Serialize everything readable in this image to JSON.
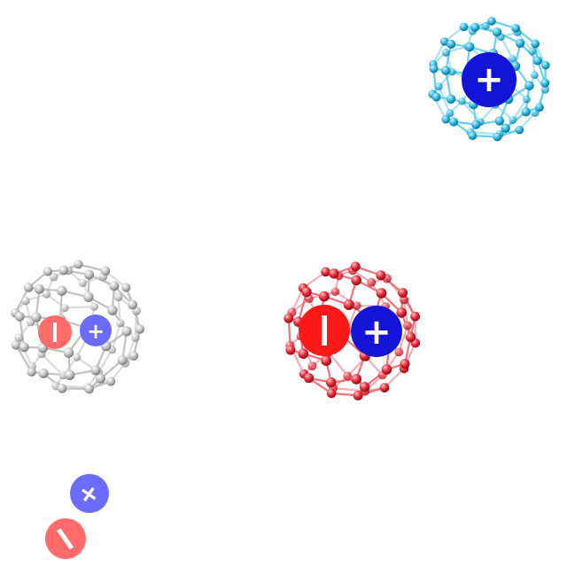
{
  "signs": {
    "plus": "+",
    "minus": "−"
  },
  "colors": {
    "background": "#ffffff",
    "cyan_cage": "#27b6dc",
    "cyan_cage_atom": "#2fb8e0",
    "red_cage": "#e8293a",
    "gray_cage": "#b9b9b9",
    "positive_strong": "#1414d8",
    "negative_strong": "#ff1818",
    "positive_soft": "#6b6bff",
    "negative_soft": "#ff6b6b"
  },
  "items": [
    {
      "name": "cyan-fullerene",
      "kind": "cage",
      "color_key": "cyan_cage",
      "contains": [
        "plus"
      ]
    },
    {
      "name": "gray-fullerene",
      "kind": "cage",
      "color_key": "gray_cage",
      "contains": [
        "minus",
        "plus"
      ]
    },
    {
      "name": "red-fullerene",
      "kind": "cage",
      "color_key": "red_cage",
      "contains": [
        "minus",
        "plus"
      ]
    },
    {
      "name": "free-ion-pair",
      "kind": "free",
      "contains": [
        "plus",
        "minus"
      ]
    }
  ]
}
